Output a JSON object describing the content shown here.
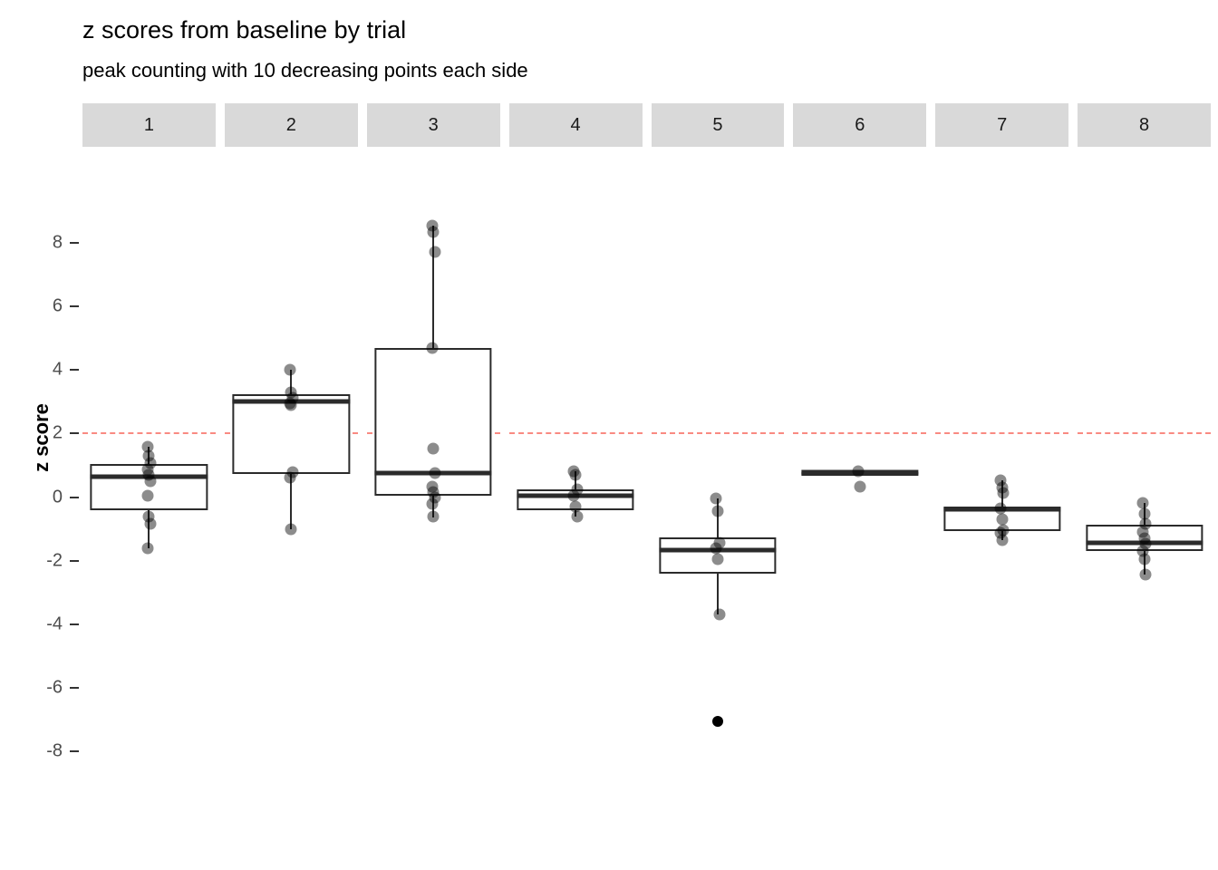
{
  "chart_data": {
    "type": "box",
    "title": "z scores from baseline by trial",
    "subtitle": "peak counting with 10 decreasing points each side",
    "xlabel": "",
    "ylabel": "z score",
    "facet_variable": "trial",
    "facets": [
      "1",
      "2",
      "3",
      "4",
      "5",
      "6",
      "7",
      "8"
    ],
    "ylim": [
      -9.0,
      9.2
    ],
    "yticks": [
      8,
      6,
      4,
      2,
      0,
      -2,
      -4,
      -6,
      -8
    ],
    "ytick_labels": [
      "8",
      "6",
      "4",
      "2",
      "0",
      "-2",
      "-4",
      "-6",
      "-8"
    ],
    "grid": false,
    "legend": "none",
    "reference_line": {
      "y": 2,
      "color": "#f8766d",
      "style": "dashed"
    },
    "colors": {
      "box_stroke": "#2b2b2b",
      "box_fill": "#ffffff",
      "point": "#000000",
      "strip_fill": "#d9d9d9",
      "reference": "#f8766d"
    },
    "boxes": [
      {
        "facet": "1",
        "whisker_low": -1.6,
        "q1": -0.42,
        "median": 0.65,
        "q3": 1.05,
        "whisker_high": 1.58,
        "points": [
          1.58,
          1.3,
          1.06,
          0.88,
          0.7,
          0.5,
          0.03,
          -0.6,
          -0.85,
          -1.6
        ]
      },
      {
        "facet": "2",
        "whisker_low": -1.0,
        "q1": 0.72,
        "median": 3.0,
        "q3": 3.25,
        "whisker_high": 4.0,
        "points": [
          4.0,
          3.28,
          3.12,
          2.95,
          2.9,
          0.78,
          0.6,
          -1.0
        ]
      },
      {
        "facet": "3",
        "whisker_low": -0.65,
        "q1": 0.03,
        "median": 0.75,
        "q3": 4.7,
        "whisker_high": 8.55,
        "points": [
          8.55,
          8.35,
          7.72,
          4.68,
          1.52,
          0.75,
          0.32,
          0.15,
          -0.02,
          -0.2,
          -0.62
        ]
      },
      {
        "facet": "4",
        "whisker_low": -0.62,
        "q1": -0.42,
        "median": 0.03,
        "q3": 0.25,
        "whisker_high": 0.8,
        "points": [
          0.8,
          0.7,
          0.25,
          0.05,
          -0.3,
          -0.6
        ]
      },
      {
        "facet": "5",
        "whisker_low": -3.68,
        "q1": -2.4,
        "median": -1.68,
        "q3": -1.28,
        "whisker_high": -0.05,
        "points": [
          -0.05,
          -0.45,
          -1.45,
          -1.62,
          -1.95,
          -3.68
        ],
        "outliers": [
          -7.05
        ]
      },
      {
        "facet": "6",
        "whisker_low": 0.78,
        "q1": 0.78,
        "median": 0.78,
        "q3": 0.78,
        "whisker_high": 0.78,
        "points": [
          0.8,
          0.32
        ]
      },
      {
        "facet": "7",
        "whisker_low": -1.35,
        "q1": -1.08,
        "median": -0.38,
        "q3": -0.3,
        "whisker_high": 0.52,
        "points": [
          0.52,
          0.3,
          0.12,
          -0.35,
          -0.7,
          -1.05,
          -1.12,
          -1.35
        ]
      },
      {
        "facet": "8",
        "whisker_low": -2.45,
        "q1": -1.7,
        "median": -1.45,
        "q3": -0.88,
        "whisker_high": -0.18,
        "points": [
          -0.18,
          -0.52,
          -0.85,
          -1.1,
          -1.3,
          -1.48,
          -1.7,
          -1.95,
          -2.45
        ]
      }
    ]
  }
}
